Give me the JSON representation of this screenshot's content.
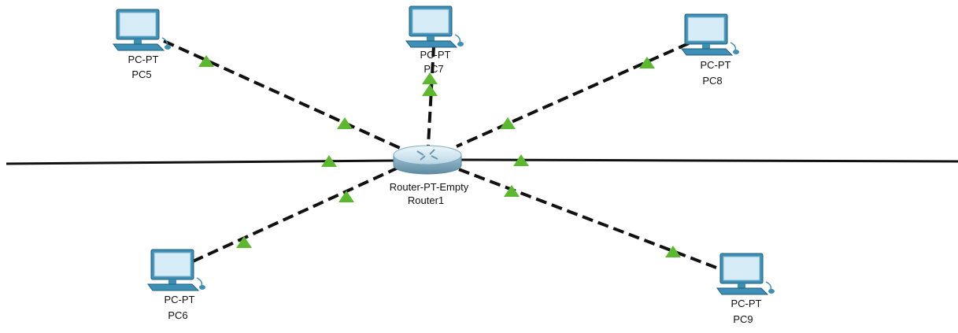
{
  "colors": {
    "link": "#111111",
    "link_up": "#5cb82e",
    "pc_screen": "#cfe6f2",
    "pc_body": "#3d8fb6",
    "router_top": "#d7eaf3",
    "router_side": "#7fa9bf"
  },
  "router": {
    "model": "Router-PT-Empty",
    "name": "Router1",
    "icon": "router-icon"
  },
  "pcs": [
    {
      "id": "pc5",
      "model": "PC-PT",
      "name": "PC5",
      "icon": "pc-icon"
    },
    {
      "id": "pc7",
      "model": "PC-PT",
      "name": "PC7",
      "icon": "pc-icon"
    },
    {
      "id": "pc8",
      "model": "PC-PT",
      "name": "PC8",
      "icon": "pc-icon"
    },
    {
      "id": "pc6",
      "model": "PC-PT",
      "name": "PC6",
      "icon": "pc-icon"
    },
    {
      "id": "pc9",
      "model": "PC-PT",
      "name": "PC9",
      "icon": "pc-icon"
    }
  ],
  "links": [
    {
      "from": "router1",
      "to": "pc5",
      "style": "dashed",
      "status": "up"
    },
    {
      "from": "router1",
      "to": "pc7",
      "style": "dashed",
      "status": "up"
    },
    {
      "from": "router1",
      "to": "pc8",
      "style": "dashed",
      "status": "up"
    },
    {
      "from": "router1",
      "to": "pc6",
      "style": "dashed",
      "status": "up"
    },
    {
      "from": "router1",
      "to": "pc9",
      "style": "dashed",
      "status": "up"
    },
    {
      "from": "router1",
      "to": "left-edge",
      "style": "solid",
      "status": "up"
    },
    {
      "from": "router1",
      "to": "right-edge",
      "style": "solid",
      "status": "up"
    }
  ]
}
